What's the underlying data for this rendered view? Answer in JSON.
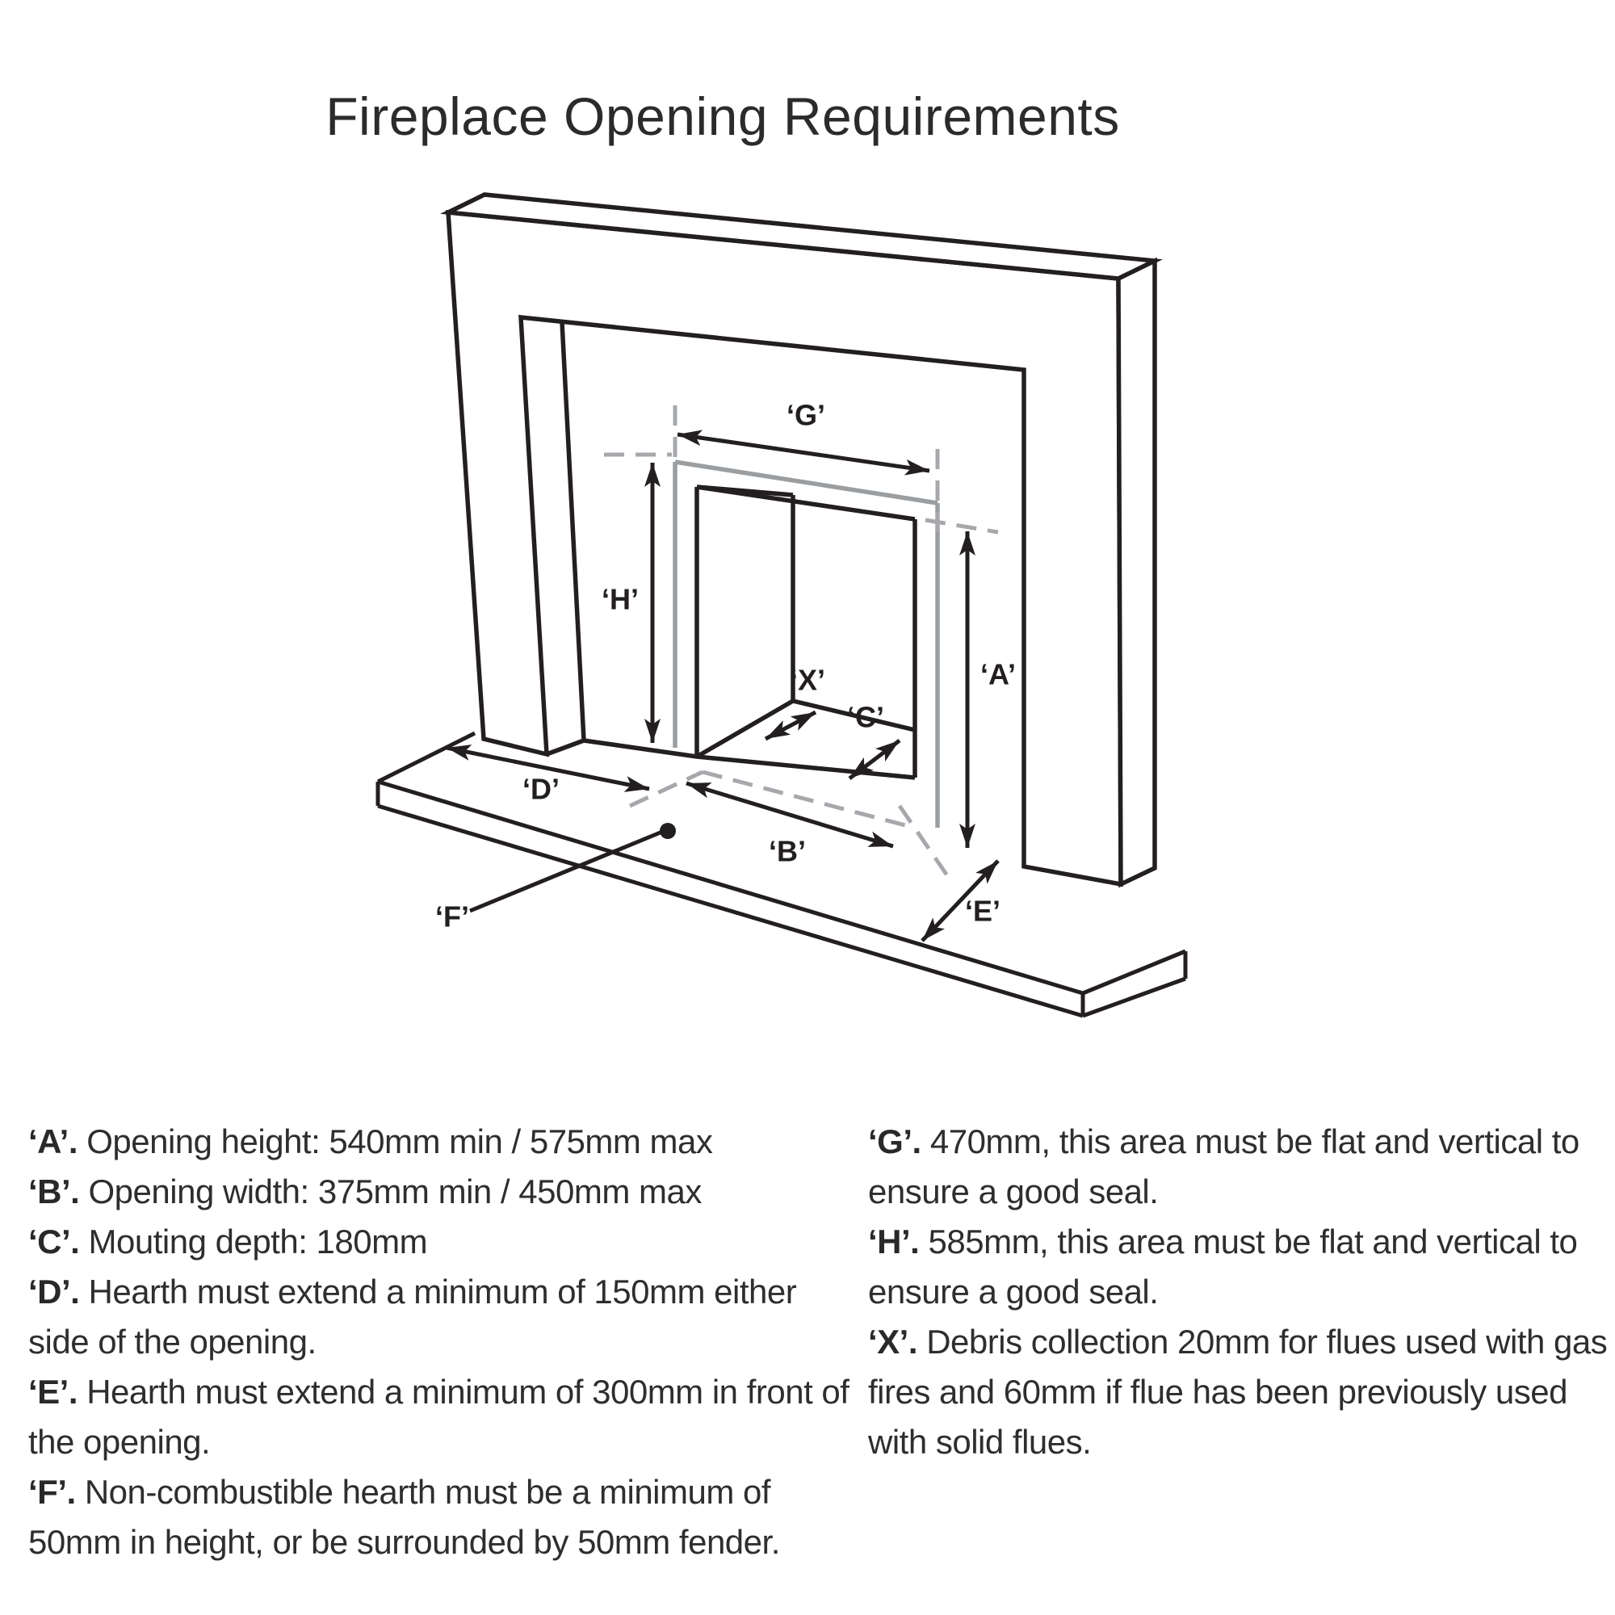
{
  "title": "Fireplace Opening Requirements",
  "diagram": {
    "labels": {
      "a": "‘A’",
      "b": "‘B’",
      "c": "‘C’",
      "d": "‘D’",
      "e": "‘E’",
      "f": "‘F’",
      "g": "‘G’",
      "h": "‘H’",
      "x": "‘X’"
    }
  },
  "legend": {
    "left": [
      {
        "key": "‘A’.",
        "text": " Opening height: 540mm min / 575mm max"
      },
      {
        "key": "‘B’.",
        "text": " Opening width: 375mm min / 450mm max"
      },
      {
        "key": "‘C’.",
        "text": " Mouting depth: 180mm"
      },
      {
        "key": "‘D’.",
        "text": " Hearth must extend a minimum of 150mm either side of the opening."
      },
      {
        "key": "‘E’.",
        "text": " Hearth must extend a minimum of 300mm in front of the opening."
      },
      {
        "key": "‘F’.",
        "text": " Non-combustible hearth must be a minimum of 50mm in height, or be surrounded by 50mm fender."
      }
    ],
    "right": [
      {
        "key": "‘G’.",
        "text": " 470mm, this area must be flat and vertical to ensure a good seal."
      },
      {
        "key": "‘H’.",
        "text": " 585mm, this area must be flat and vertical to ensure a good seal."
      },
      {
        "key": "‘X’.",
        "text": " Debris collection 20mm for flues used with gas fires and 60mm if flue has been previously used with solid flues."
      }
    ]
  },
  "colors": {
    "line": "#231f20",
    "gray_line": "#9b9ea1",
    "dashed_line": "#a6a8ab",
    "text": "#2d2e30"
  }
}
